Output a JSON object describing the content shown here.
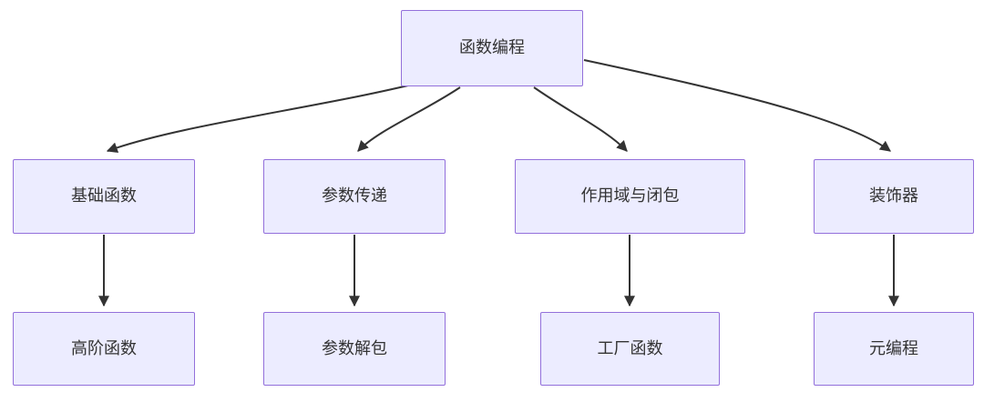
{
  "diagram": {
    "type": "flowchart-top-down",
    "root": {
      "id": "root",
      "label": "函数编程"
    },
    "branches": [
      {
        "parent": {
          "id": "basic-functions",
          "label": "基础函数"
        },
        "child": {
          "id": "higher-order-functions",
          "label": "高阶函数"
        }
      },
      {
        "parent": {
          "id": "parameter-passing",
          "label": "参数传递"
        },
        "child": {
          "id": "argument-unpacking",
          "label": "参数解包"
        }
      },
      {
        "parent": {
          "id": "scope-and-closures",
          "label": "作用域与闭包"
        },
        "child": {
          "id": "factory-functions",
          "label": "工厂函数"
        }
      },
      {
        "parent": {
          "id": "decorators",
          "label": "装饰器"
        },
        "child": {
          "id": "metaprogramming",
          "label": "元编程"
        }
      }
    ],
    "colors": {
      "background": "#FFFFFF",
      "node_fill": "#ECECFF",
      "node_border": "#9370DB",
      "edge": "#333333",
      "text": "#333333"
    }
  }
}
